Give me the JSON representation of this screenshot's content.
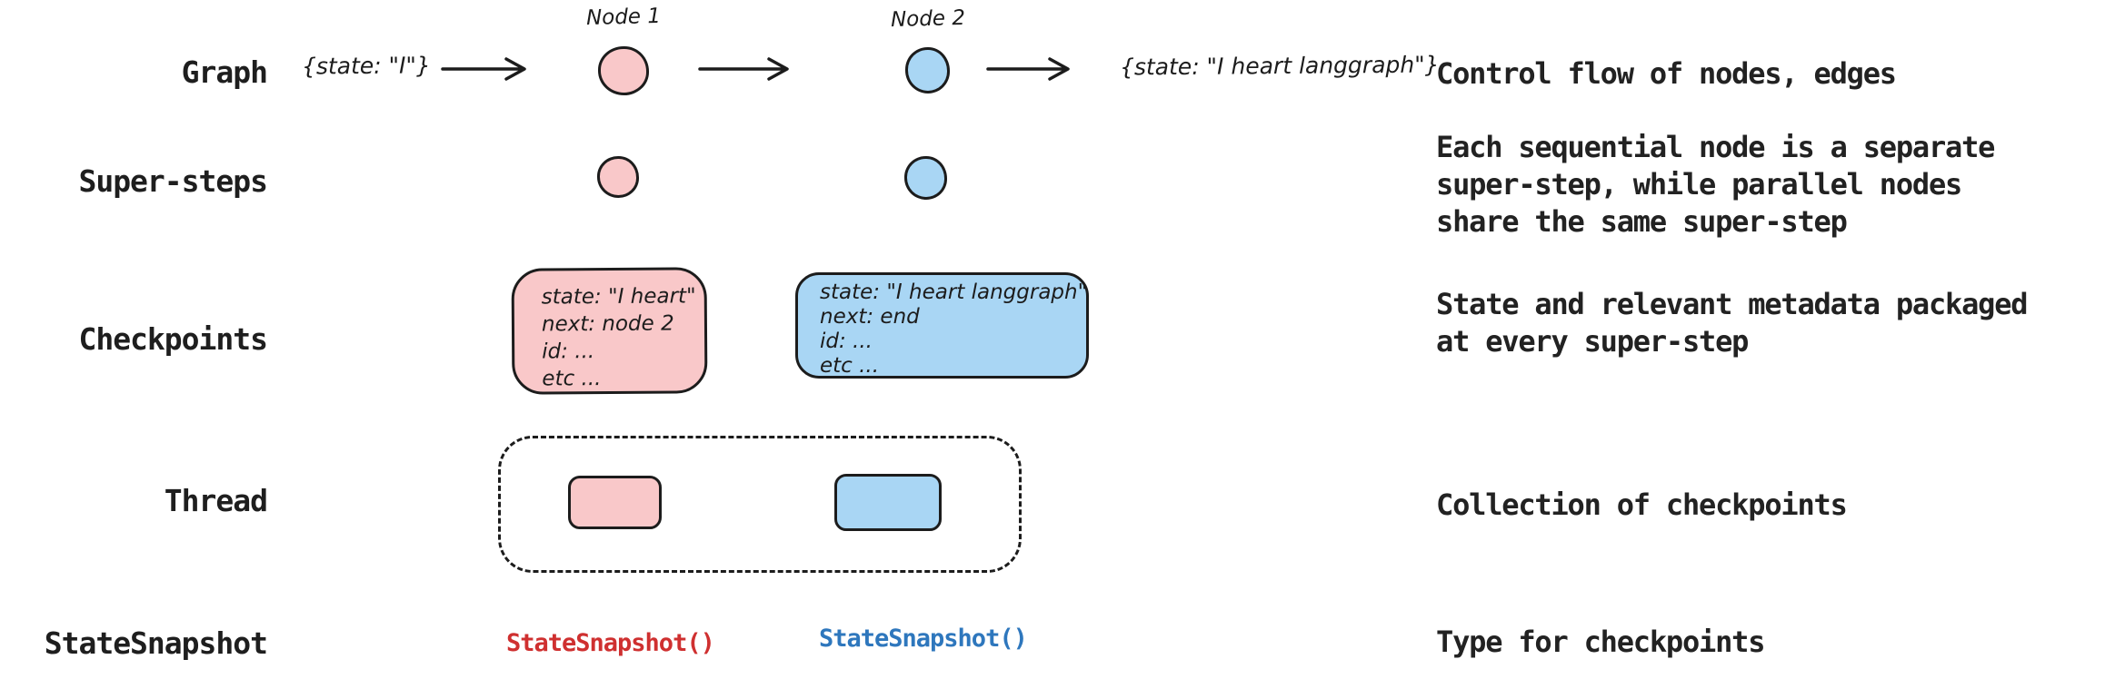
{
  "colors": {
    "node_pink": "#f9c8c9",
    "node_blue": "#a9d6f4",
    "stroke": "#1c1c1c",
    "snapshot_red": "#cf3030",
    "snapshot_blue": "#2e77bd",
    "text": "#222222"
  },
  "rows": {
    "graph": {
      "label": "Graph",
      "input_state": "{state: \"I\"}",
      "node1_label": "Node 1",
      "node2_label": "Node 2",
      "output_state": "{state: \"I heart langgraph\"}",
      "description": "Control flow of nodes, edges"
    },
    "super_steps": {
      "label": "Super-steps",
      "description_lines": [
        "Each sequential node is a separate",
        "super-step, while parallel nodes",
        "share the same super-step"
      ]
    },
    "checkpoints": {
      "label": "Checkpoints",
      "pink_box_lines": [
        "state: \"I heart\"",
        "next: node 2",
        "id: ...",
        "etc ..."
      ],
      "blue_box_lines": [
        "state: \"I heart langgraph\"",
        "next: end",
        "id: ...",
        "etc ..."
      ],
      "description_lines": [
        "State and relevant metadata packaged",
        "at every super-step"
      ]
    },
    "thread": {
      "label": "Thread",
      "description": "Collection of checkpoints"
    },
    "state_snapshot": {
      "label": "StateSnapshot",
      "pink_call": "StateSnapshot()",
      "blue_call": "StateSnapshot()",
      "description": "Type for checkpoints"
    }
  }
}
